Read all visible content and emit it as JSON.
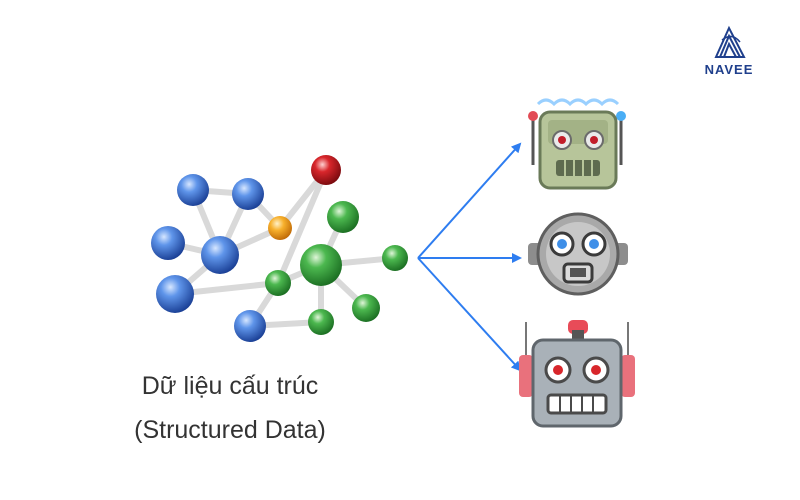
{
  "caption": {
    "line1": "Dữ liệu cấu trúc",
    "line2": "(Structured Data)"
  },
  "brand": {
    "name": "NAVEE"
  },
  "icons": {
    "logo": "navee-logo-icon",
    "robots": [
      "robot-face-green-icon",
      "robot-face-round-gray-icon",
      "robot-face-square-gray-icon"
    ],
    "network": "molecule-network-icon"
  },
  "colors": {
    "blue_node": "#2f67c9",
    "green_node": "#2f9e3a",
    "red_node": "#c0181e",
    "orange_node": "#f2a11c",
    "arrow": "#2e7df0",
    "edge": "#dcdcdc",
    "brand": "#1f3f8c"
  }
}
